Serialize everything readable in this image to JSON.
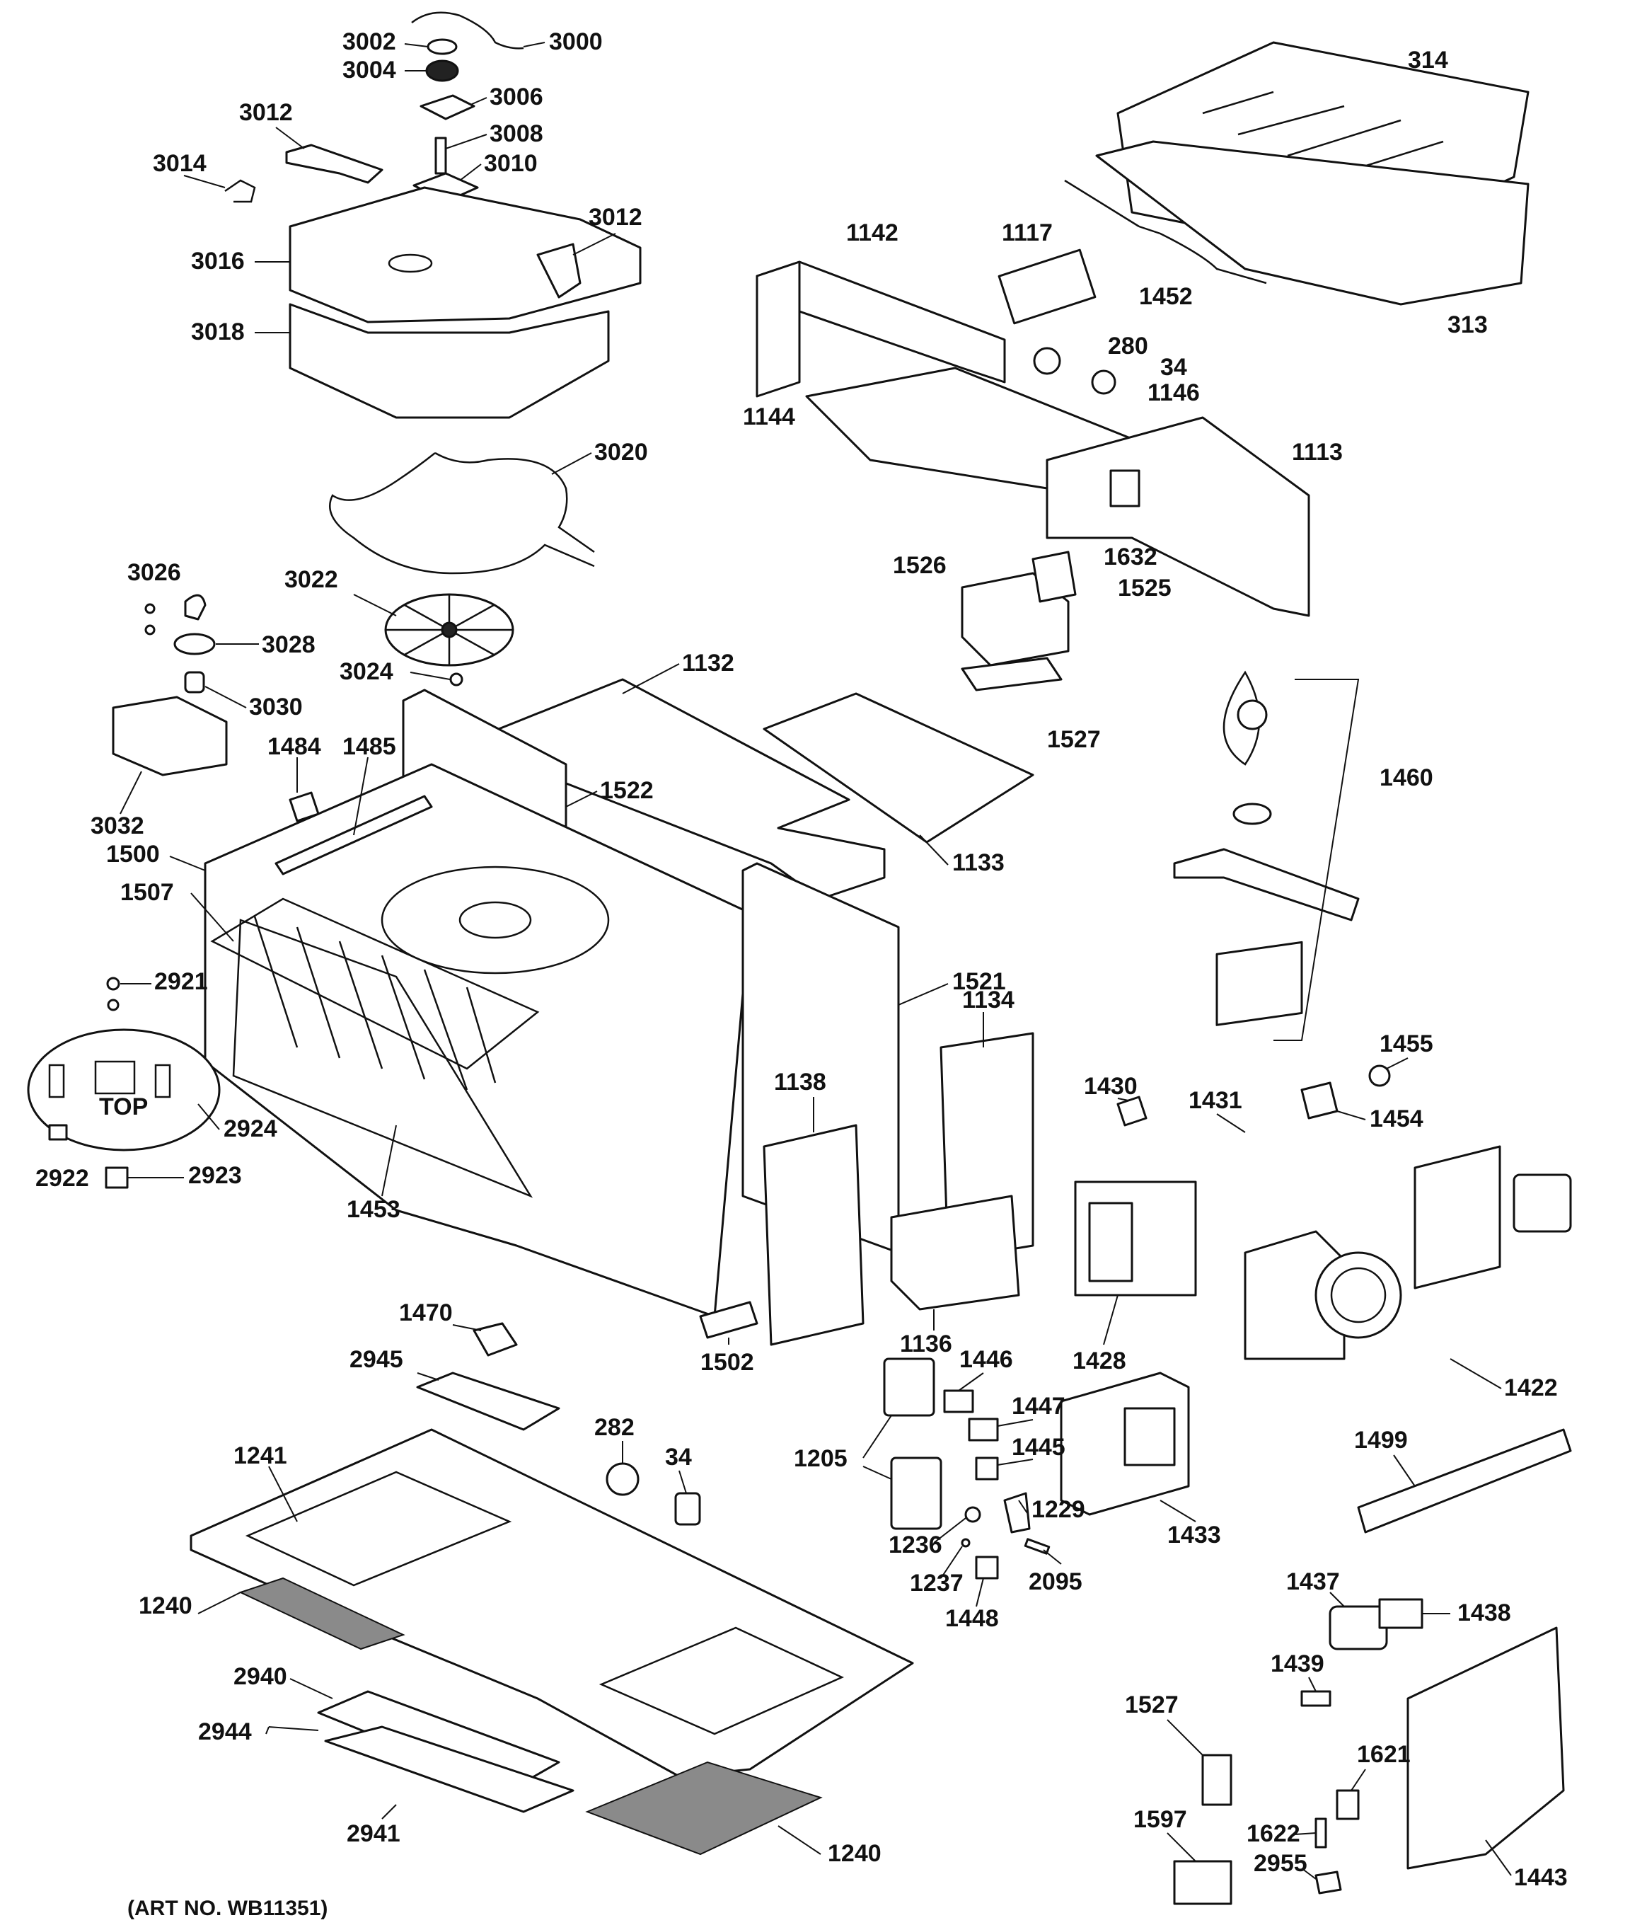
{
  "art_number": "(ART NO. WB11351)",
  "callouts": {
    "c3000": "3000",
    "c3002": "3002",
    "c3004": "3004",
    "c3006": "3006",
    "c3008": "3008",
    "c3010": "3010",
    "c3012a": "3012",
    "c3012b": "3012",
    "c3014": "3014",
    "c3016": "3016",
    "c3018": "3018",
    "c3020": "3020",
    "c3022": "3022",
    "c3024": "3024",
    "c3026": "3026",
    "c3028": "3028",
    "c3030": "3030",
    "c3032": "3032",
    "c314": "314",
    "c313": "313",
    "c1452": "1452",
    "c1117": "1117",
    "c1142": "1142",
    "c280": "280",
    "c34a": "34",
    "c1146": "1146",
    "c1144": "1144",
    "c1113": "1113",
    "c1632": "1632",
    "c1526": "1526",
    "c1525": "1525",
    "c1527a": "1527",
    "c1132": "1132",
    "c1522": "1522",
    "c1133": "1133",
    "c1484": "1484",
    "c1485": "1485",
    "c1500": "1500",
    "c1507": "1507",
    "c2921": "2921",
    "c2924": "2924",
    "c2922": "2922",
    "c2923": "2923",
    "c1453": "1453",
    "c1460": "1460",
    "c1521": "1521",
    "c1134": "1134",
    "c1138": "1138",
    "c1455": "1455",
    "c1454": "1454",
    "c1430": "1430",
    "c1431": "1431",
    "c1136": "1136",
    "c1428": "1428",
    "c1422": "1422",
    "c1502": "1502",
    "c1470": "1470",
    "c2945": "2945",
    "c282": "282",
    "c34b": "34",
    "c1205": "1205",
    "c1446": "1446",
    "c1447": "1447",
    "c1445": "1445",
    "c1229": "1229",
    "c1236": "1236",
    "c1237": "1237",
    "c1448": "1448",
    "c2095": "2095",
    "c1433": "1433",
    "c1499": "1499",
    "c1241": "1241",
    "c1240a": "1240",
    "c2940": "2940",
    "c2944": "2944",
    "c2941": "2941",
    "c1240b": "1240",
    "c1437": "1437",
    "c1438": "1438",
    "c1439": "1439",
    "c1527b": "1527",
    "c1621": "1621",
    "c1622": "1622",
    "c2955": "2955",
    "c1597": "1597",
    "c1443": "1443"
  },
  "stamp_text": "TOP"
}
